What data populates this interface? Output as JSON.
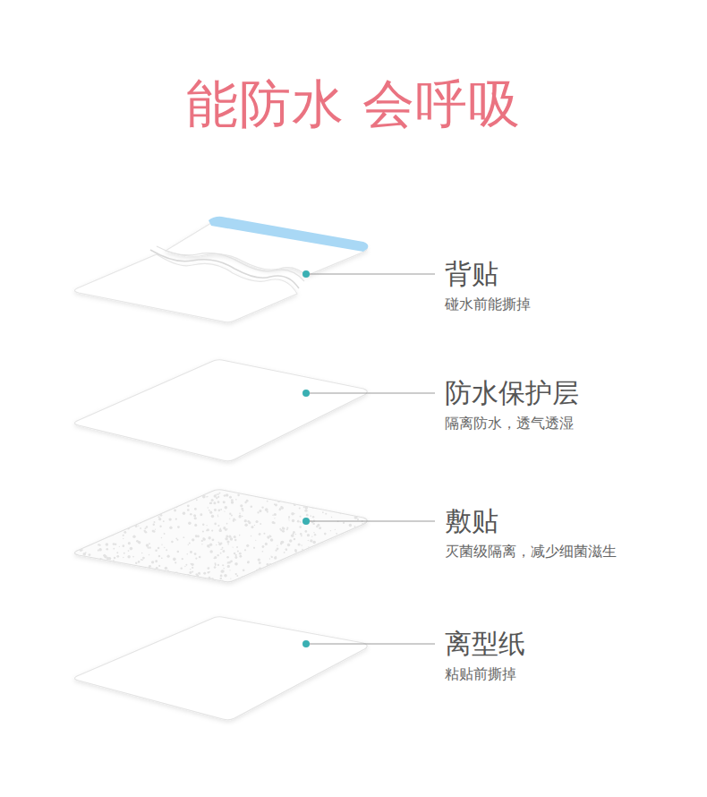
{
  "diagram": {
    "title": "能防水 会呼吸",
    "labels": [
      "背贴",
      "碰水前能撕掉",
      "防水保护层",
      "隔离防水，透气透湿",
      "敷贴",
      "灭菌级隔离，减少细菌滋生",
      "离型纸",
      "粘贴前撕掉"
    ]
  }
}
